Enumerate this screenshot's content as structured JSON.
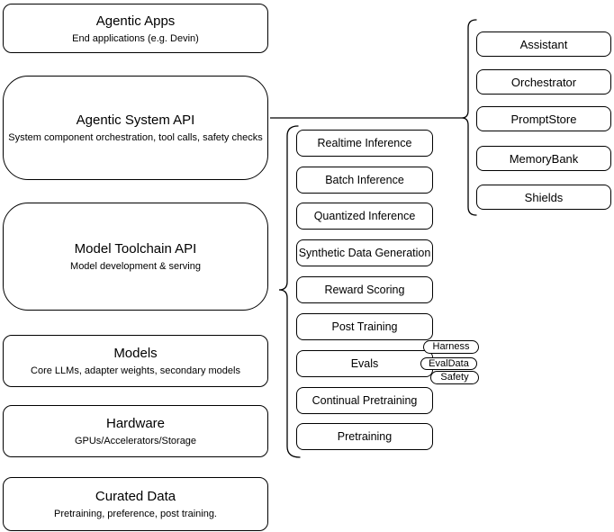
{
  "diagram": {
    "left_stack": [
      {
        "title": "Agentic Apps",
        "subtitle": "End applications (e.g. Devin)"
      },
      {
        "title": "Agentic System API",
        "subtitle": "System component orchestration, tool calls, safety checks"
      },
      {
        "title": "Model Toolchain API",
        "subtitle": "Model development & serving"
      },
      {
        "title": "Models",
        "subtitle": "Core LLMs, adapter weights, secondary models"
      },
      {
        "title": "Hardware",
        "subtitle": "GPUs/Accelerators/Storage"
      },
      {
        "title": "Curated Data",
        "subtitle": "Pretraining, preference, post training."
      }
    ],
    "toolchain_stack": [
      "Realtime Inference",
      "Batch Inference",
      "Quantized Inference",
      "Synthetic Data Generation",
      "Reward Scoring",
      "Post Training",
      "Evals",
      "Continual Pretraining",
      "Pretraining"
    ],
    "evals_tags": [
      "Harness",
      "EvalData",
      "Safety"
    ],
    "system_stack": [
      "Assistant",
      "Orchestrator",
      "PromptStore",
      "MemoryBank",
      "Shields"
    ],
    "colors": {
      "stroke": "#000000",
      "fill": "#ffffff",
      "text": "#000000"
    }
  }
}
